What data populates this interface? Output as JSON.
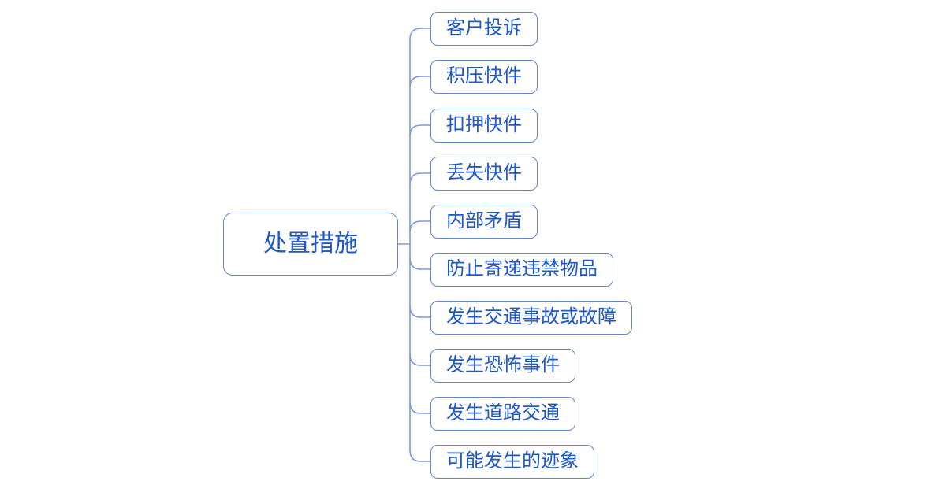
{
  "diagram": {
    "type": "mindmap",
    "root": {
      "label": "处置措施"
    },
    "children": [
      {
        "label": "客户投诉"
      },
      {
        "label": "积压快件"
      },
      {
        "label": "扣押快件"
      },
      {
        "label": "丢失快件"
      },
      {
        "label": "内部矛盾"
      },
      {
        "label": "防止寄递违禁物品"
      },
      {
        "label": "发生交通事故或故障"
      },
      {
        "label": "发生恐怖事件"
      },
      {
        "label": "发生道路交通"
      },
      {
        "label": "可能发生的迹象"
      }
    ],
    "colors": {
      "background": "#ffffff",
      "node_border": "#6286cd",
      "node_text": "#1f58c9",
      "connector_line": "#7d9ad8"
    }
  }
}
